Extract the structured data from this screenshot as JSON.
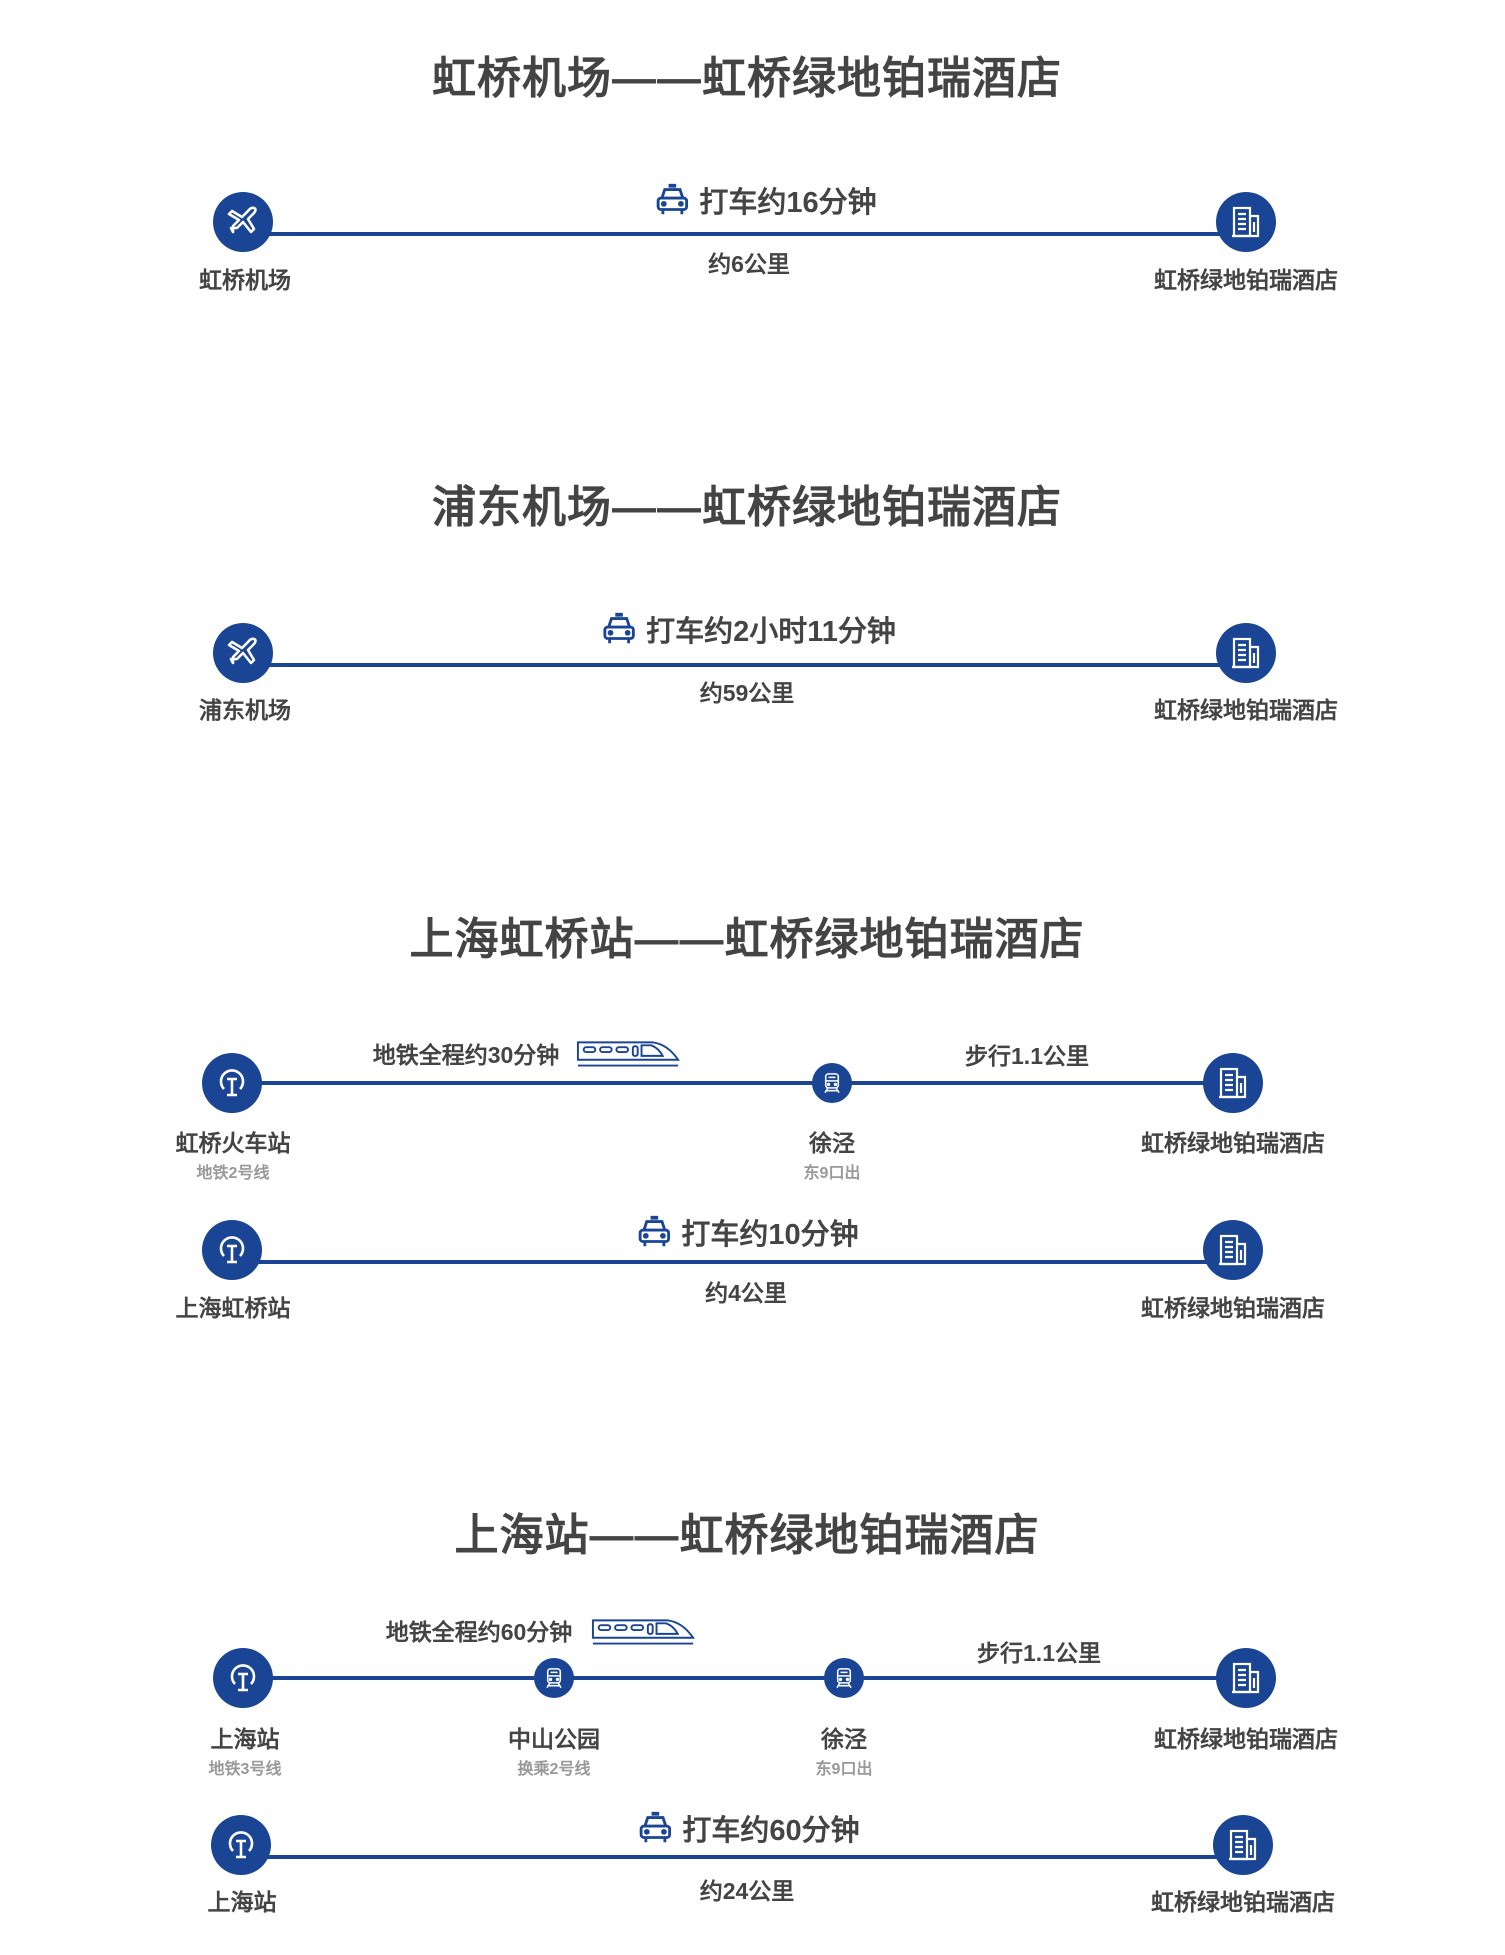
{
  "colors": {
    "accent": "#1a4594",
    "text": "#444444",
    "subtext": "#999999"
  },
  "routes": [
    {
      "title": "虹桥机场——虹桥绿地铂瑞酒店",
      "options": [
        {
          "mode": "taxi",
          "duration": "打车约16分钟",
          "distance": "约6公里",
          "from": "虹桥机场",
          "to": "虹桥绿地铂瑞酒店",
          "from_icon": "plane-icon",
          "to_icon": "building-icon"
        }
      ]
    },
    {
      "title": "浦东机场——虹桥绿地铂瑞酒店",
      "options": [
        {
          "mode": "taxi",
          "duration": "打车约2小时11分钟",
          "distance": "约59公里",
          "from": "浦东机场",
          "to": "虹桥绿地铂瑞酒店",
          "from_icon": "plane-icon",
          "to_icon": "building-icon"
        }
      ]
    },
    {
      "title": "上海虹桥站——虹桥绿地铂瑞酒店",
      "options": [
        {
          "mode": "metro",
          "metro_label": "地铁全程约30分钟",
          "walk_label": "步行1.1公里",
          "stops": [
            {
              "name": "虹桥火车站",
              "sub": "地铁2号线"
            },
            {
              "name": "徐泾",
              "sub": "东9口出"
            },
            {
              "name": "虹桥绿地铂瑞酒店"
            }
          ]
        },
        {
          "mode": "taxi",
          "duration": "打车约10分钟",
          "distance": "约4公里",
          "from": "上海虹桥站",
          "to": "虹桥绿地铂瑞酒店"
        }
      ]
    },
    {
      "title": "上海站——虹桥绿地铂瑞酒店",
      "options": [
        {
          "mode": "metro",
          "metro_label": "地铁全程约60分钟",
          "walk_label": "步行1.1公里",
          "stops": [
            {
              "name": "上海站",
              "sub": "地铁3号线"
            },
            {
              "name": "中山公园",
              "sub": "换乘2号线"
            },
            {
              "name": "徐泾",
              "sub": "东9口出"
            },
            {
              "name": "虹桥绿地铂瑞酒店"
            }
          ]
        },
        {
          "mode": "taxi",
          "duration": "打车约60分钟",
          "distance": "约24公里",
          "from": "上海站",
          "to": "虹桥绿地铂瑞酒店"
        }
      ]
    }
  ]
}
